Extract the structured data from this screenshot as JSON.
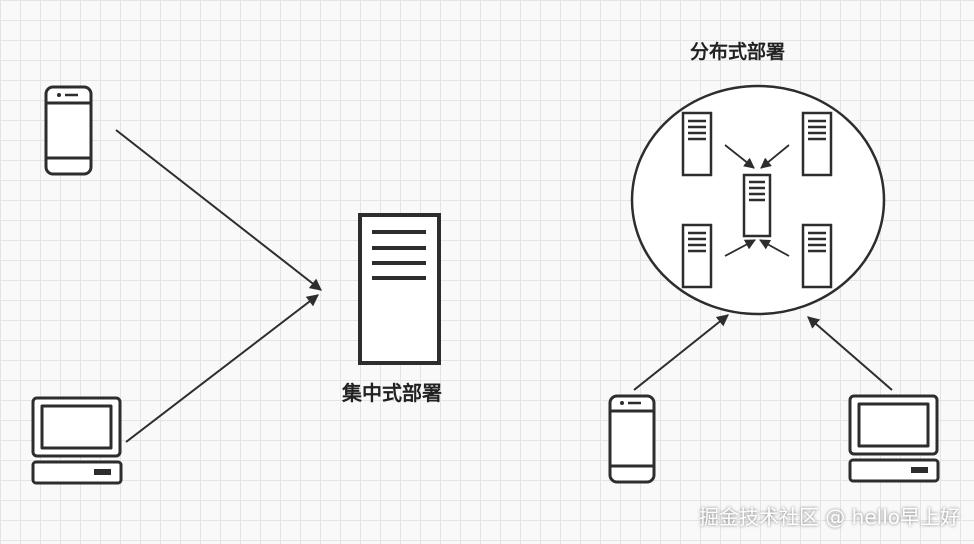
{
  "labels": {
    "central": "集中式部署",
    "distributed": "分布式部署"
  },
  "watermark": "掘金技术社区 @ hello早上好",
  "icons": {
    "phone": "mobile-phone-icon",
    "laptop": "laptop-icon",
    "server": "server-icon"
  },
  "colors": {
    "stroke": "#2d2d2d",
    "background": "#f9f9f9",
    "grid": "#e4e4e4"
  }
}
